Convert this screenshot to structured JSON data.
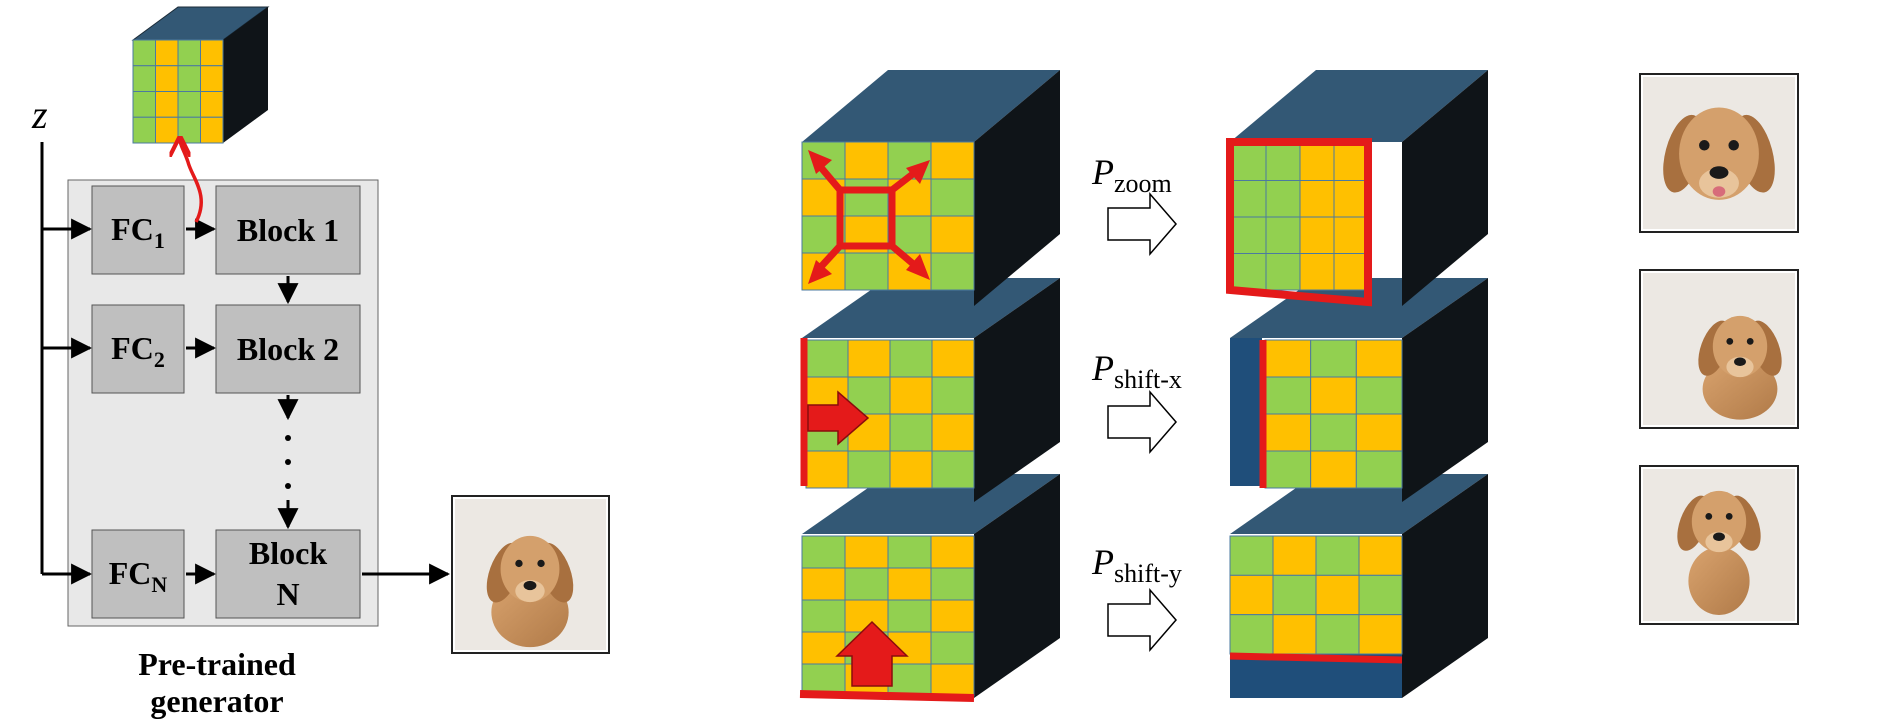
{
  "generator": {
    "input_label": "z",
    "fc_blocks": [
      {
        "label": "FC",
        "sub": "1"
      },
      {
        "label": "FC",
        "sub": "2"
      },
      {
        "label": "FC",
        "sub": "N"
      }
    ],
    "blocks": [
      {
        "line1": "Block 1",
        "line2": ""
      },
      {
        "line1": "Block 2",
        "line2": ""
      },
      {
        "line1": "Block",
        "line2": "N"
      }
    ],
    "caption_line1": "Pre-trained",
    "caption_line2": "generator"
  },
  "transforms": [
    {
      "symbol": "P",
      "subscript": "zoom"
    },
    {
      "symbol": "P",
      "subscript": "shift-x"
    },
    {
      "symbol": "P",
      "subscript": "shift-y"
    }
  ],
  "colors": {
    "cube_top": "#335875",
    "cube_side": "#0f1418",
    "grid_green": "#92d050",
    "grid_yellow": "#ffc000",
    "red": "#e41a1a",
    "box_fill": "#bfbfbf",
    "panel_fill": "#e8e8e8"
  }
}
